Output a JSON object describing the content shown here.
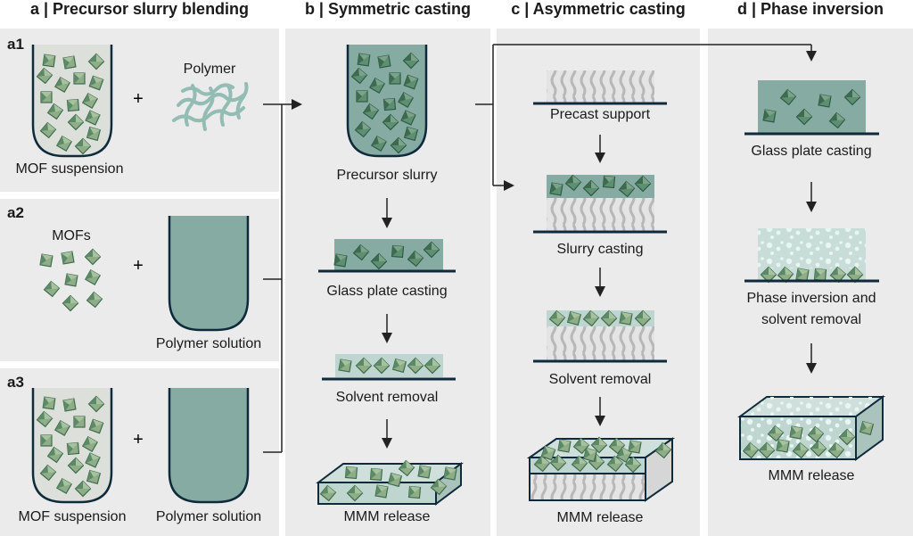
{
  "figure": {
    "colors": {
      "panel_bg": "#ebebeb",
      "suspension_fill": "#dde0da",
      "polymer_solution_fill": "#86aba3",
      "slurry_fill": "#86aba3",
      "film_light_fill": "#bfd5d0",
      "crystal_light": "#8fae87",
      "crystal_dark": "#3e6b4f",
      "outline": "#0f2a3a",
      "support_fiber": "#b8b8b8",
      "pore": "#e8f6f3",
      "arrow": "#222222"
    },
    "sections": [
      {
        "id": "a",
        "heading": "a | Precursor slurry blending",
        "subpanels": [
          {
            "id": "a1",
            "label": "a1",
            "left_caption": "MOF suspension",
            "plus": "+",
            "right_caption": "Polymer"
          },
          {
            "id": "a2",
            "label": "a2",
            "left_caption": "MOFs",
            "plus": "+",
            "right_caption": "Polymer solution"
          },
          {
            "id": "a3",
            "label": "a3",
            "left_caption": "MOF suspension",
            "plus": "+",
            "right_caption": "Polymer solution"
          }
        ]
      },
      {
        "id": "b",
        "heading": "b | Symmetric casting",
        "steps": [
          "Precursor slurry",
          "Glass plate casting",
          "Solvent removal",
          "MMM release"
        ]
      },
      {
        "id": "c",
        "heading": "c | Asymmetric casting",
        "steps": [
          "Precast support",
          "Slurry casting",
          "Solvent removal",
          "MMM release"
        ]
      },
      {
        "id": "d",
        "heading": "d | Phase inversion",
        "steps": [
          "Glass plate casting",
          "Phase inversion and",
          "solvent removal",
          "MMM release"
        ]
      }
    ]
  }
}
